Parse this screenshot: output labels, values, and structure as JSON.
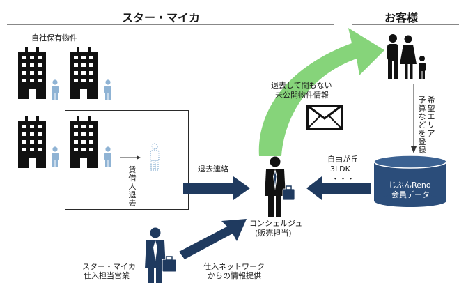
{
  "headers": {
    "left": "スター・マイカ",
    "right": "お客様"
  },
  "labels": {
    "own_property": "自社保有物件",
    "tenant_move_out": "賃借人退去",
    "move_out_contact": "退去連絡",
    "unpublished_line1": "退去して間もない",
    "unpublished_line2": "未公開物件情報",
    "concierge_line1": "コンシェルジュ",
    "concierge_line2": "(販売担当)",
    "listing_line1": "自由が丘",
    "listing_line2": "3LDK",
    "listing_line3": "・・・",
    "db_line1": "じぶんReno",
    "db_line2": "会員データ",
    "register_col1": "希望エリア",
    "register_col2": "予算などを登録",
    "sales_line1": "スター・マイカ",
    "sales_line2": "仕入担当営業",
    "network_line1": "仕入ネットワーク",
    "network_line2": "からの情報提供"
  },
  "colors": {
    "building": "#111111",
    "person_light": "#8fb3d4",
    "person_navy": "#1f3a5f",
    "arrow_navy": "#1f3a5f",
    "arrow_green": "#86d47a",
    "db_blue": "#2b4d7a"
  }
}
